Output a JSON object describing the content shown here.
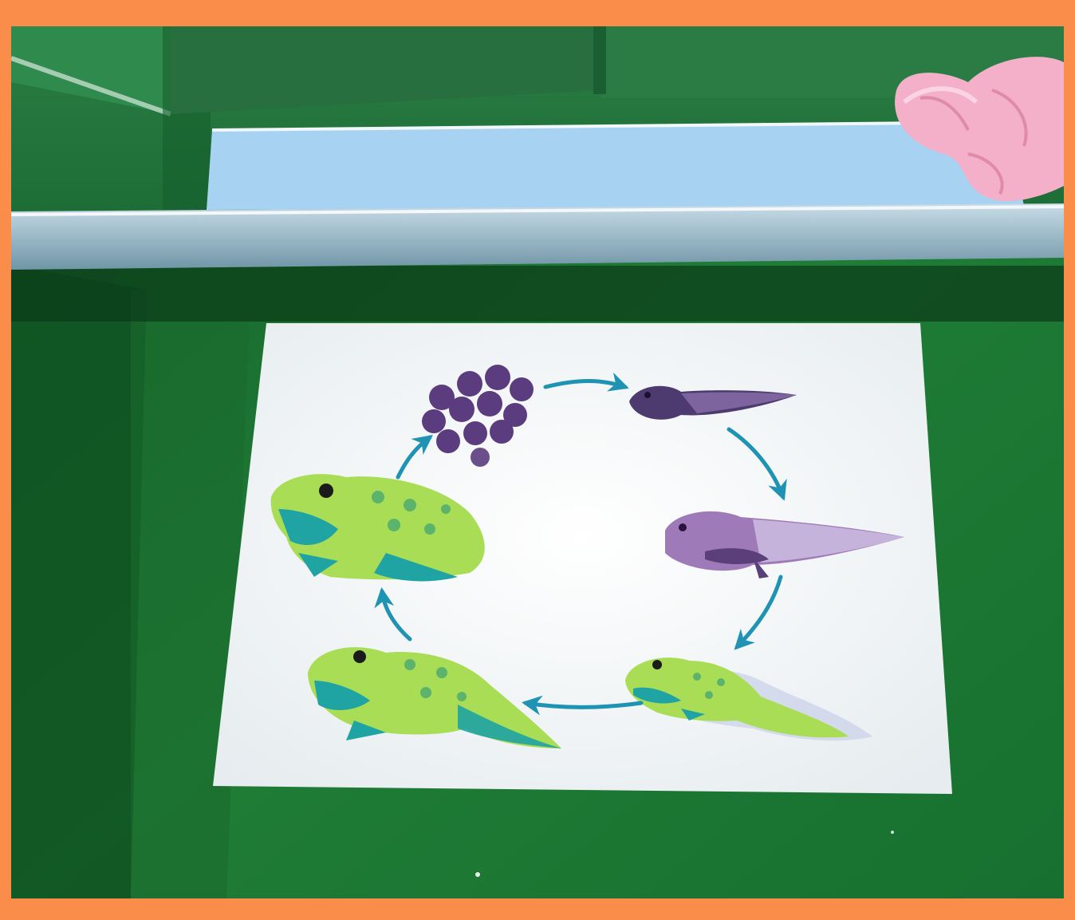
{
  "photo": {
    "subject": "frog-life-cycle-card-in-green-box",
    "colors": {
      "frame": "#fb8d4a",
      "box_green": "#1f7a35",
      "shelf_blue": "#a8d2f1",
      "card": "#f7f8f8",
      "arrow": "#1e93b3",
      "frog_green": "#a9dd55",
      "frog_spots": "#5cb36b",
      "frog_belly": "#1fa3a3",
      "egg_purple": "#5b3c7e",
      "tadpole_dark": "#4d3a6e",
      "tadpole_light": "#9e7bb8",
      "tissue_pink": "#f3b0c8"
    },
    "stages": [
      "eggs",
      "tadpole",
      "tadpole-with-legs",
      "froglet",
      "young-frog",
      "adult-frog"
    ]
  }
}
